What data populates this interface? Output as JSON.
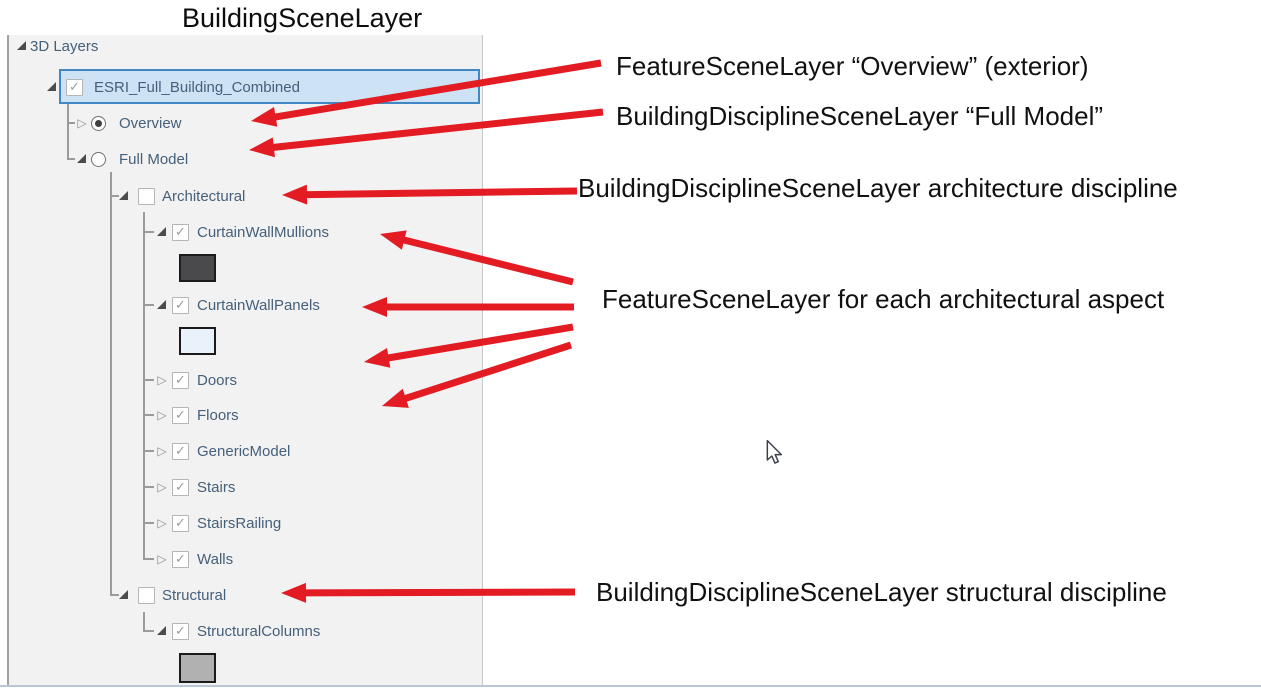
{
  "title": "BuildingSceneLayer",
  "icons": {
    "checkmark": "✓",
    "collapsed_triangle": "▷"
  },
  "tree": {
    "rows": [
      {
        "label": "3D Layers",
        "level": 0,
        "expanded": true
      },
      {
        "label": "ESRI_Full_Building_Combined",
        "level": 1,
        "expanded": true,
        "checkbox": "checked",
        "selected": true
      },
      {
        "label": "Overview",
        "level": 2,
        "expanded": false,
        "radio": "selected"
      },
      {
        "label": "Full Model",
        "level": 2,
        "expanded": true,
        "radio": "unselected"
      },
      {
        "label": "Architectural",
        "level": 3,
        "expanded": true,
        "checkbox": "unchecked"
      },
      {
        "label": "CurtainWallMullions",
        "level": 4,
        "expanded": true,
        "checkbox": "checked",
        "swatch": "#4a4a4c"
      },
      {
        "label": "CurtainWallPanels",
        "level": 4,
        "expanded": true,
        "checkbox": "checked",
        "swatch": "#e9f1fa"
      },
      {
        "label": "Doors",
        "level": 4,
        "expanded": false,
        "checkbox": "checked"
      },
      {
        "label": "Floors",
        "level": 4,
        "expanded": false,
        "checkbox": "checked"
      },
      {
        "label": "GenericModel",
        "level": 4,
        "expanded": false,
        "checkbox": "checked"
      },
      {
        "label": "Stairs",
        "level": 4,
        "expanded": false,
        "checkbox": "checked"
      },
      {
        "label": "StairsRailing",
        "level": 4,
        "expanded": false,
        "checkbox": "checked"
      },
      {
        "label": "Walls",
        "level": 4,
        "expanded": false,
        "checkbox": "checked"
      },
      {
        "label": "Structural",
        "level": 3,
        "expanded": true,
        "checkbox": "unchecked"
      },
      {
        "label": "StructuralColumns",
        "level": 4,
        "expanded": true,
        "checkbox": "checked",
        "swatch": "#b1b1b1"
      }
    ]
  },
  "annotations": {
    "items": [
      "FeatureSceneLayer “Overview” (exterior)",
      "BuildingDisciplineSceneLayer “Full Model”",
      "BuildingDisciplineSceneLayer architecture discipline",
      "FeatureSceneLayer for each architectural aspect",
      "BuildingDisciplineSceneLayer structural discipline"
    ],
    "arrow_color": "#e31c23"
  },
  "colors": {
    "panel_background": "#f3f2f2",
    "selection_fill": "#cde2f4",
    "selection_border": "#3f88c5",
    "swatch_dark": "#4a4a4c",
    "swatch_light_blue": "#e9f1fa",
    "swatch_gray": "#b1b1b1"
  }
}
